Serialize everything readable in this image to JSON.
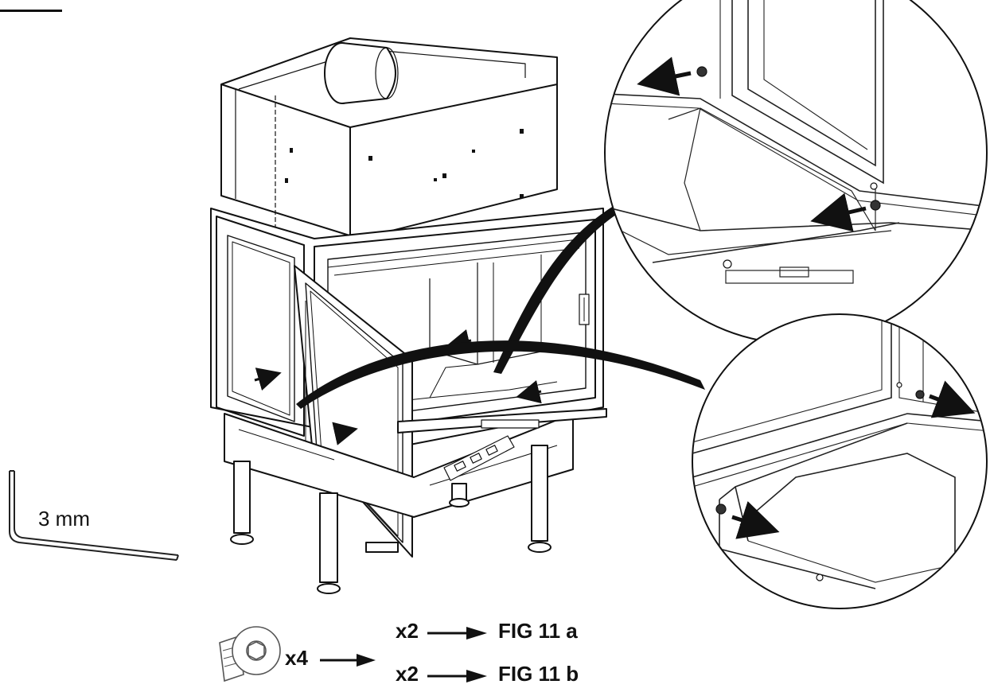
{
  "tool": {
    "size_label": "3 mm",
    "icon": "allen-key-icon"
  },
  "screw": {
    "icon": "screw-icon",
    "quantity": "x4"
  },
  "distribution": [
    {
      "quantity": "x2",
      "figure": "FIG 11 a"
    },
    {
      "quantity": "x2",
      "figure": "FIG 11 b"
    }
  ],
  "colors": {
    "line": "#111111",
    "background": "#ffffff",
    "arrow": "#1a1a1a"
  }
}
